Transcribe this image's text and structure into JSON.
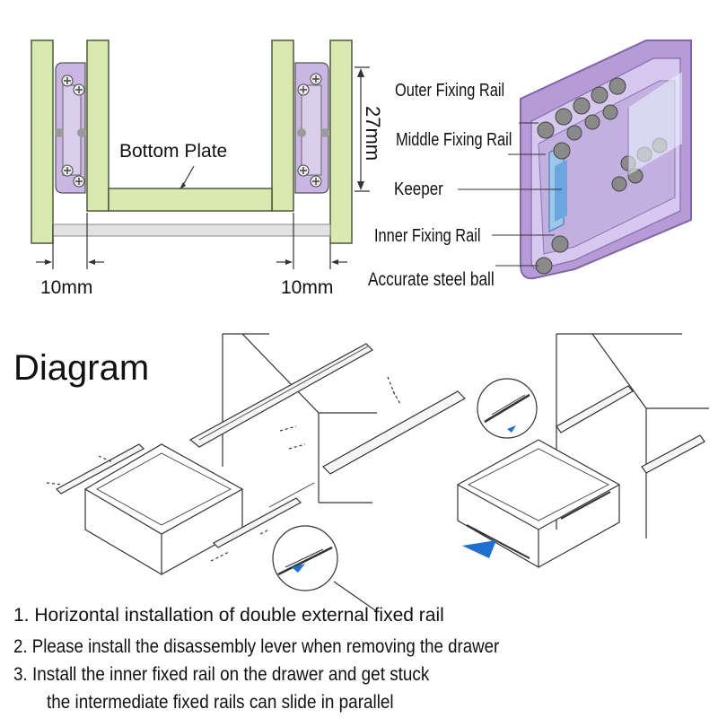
{
  "cross_section": {
    "bottom_plate": "Bottom Plate",
    "height": "27mm",
    "left_gap": "10mm",
    "right_gap": "10mm"
  },
  "rail_labels": {
    "outer": "Outer Fixing Rail",
    "middle": "Middle Fixing Rail",
    "keeper": "Keeper",
    "inner": "Inner Fixing Rail",
    "ball": "Accurate steel ball"
  },
  "diagram_title": "Diagram",
  "instructions": [
    "1. Horizontal installation of double external fixed rail",
    "2. Please install the disassembly lever when removing the drawer",
    "3. Install the inner fixed rail on the drawer and get stuck",
    "the intermediate fixed rails can slide in parallel"
  ],
  "colors": {
    "panel_green": "#d9eab0",
    "rail_purple": "#b79bd6",
    "arrow_blue": "#1e6fd0"
  }
}
